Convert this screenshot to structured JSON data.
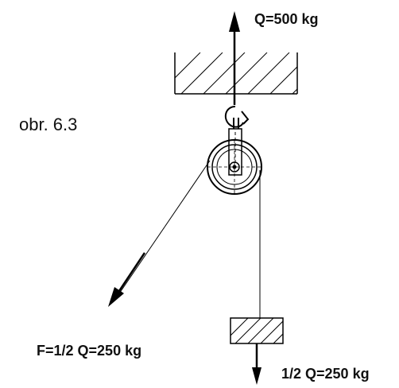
{
  "figure": {
    "caption": "obr. 6.3"
  },
  "labels": {
    "top_force": "Q=500 kg",
    "pull_force": "F=1/2 Q=250 kg",
    "load_force": "1/2 Q=250 kg"
  },
  "colors": {
    "line": "#000000",
    "background": "#ffffff"
  }
}
